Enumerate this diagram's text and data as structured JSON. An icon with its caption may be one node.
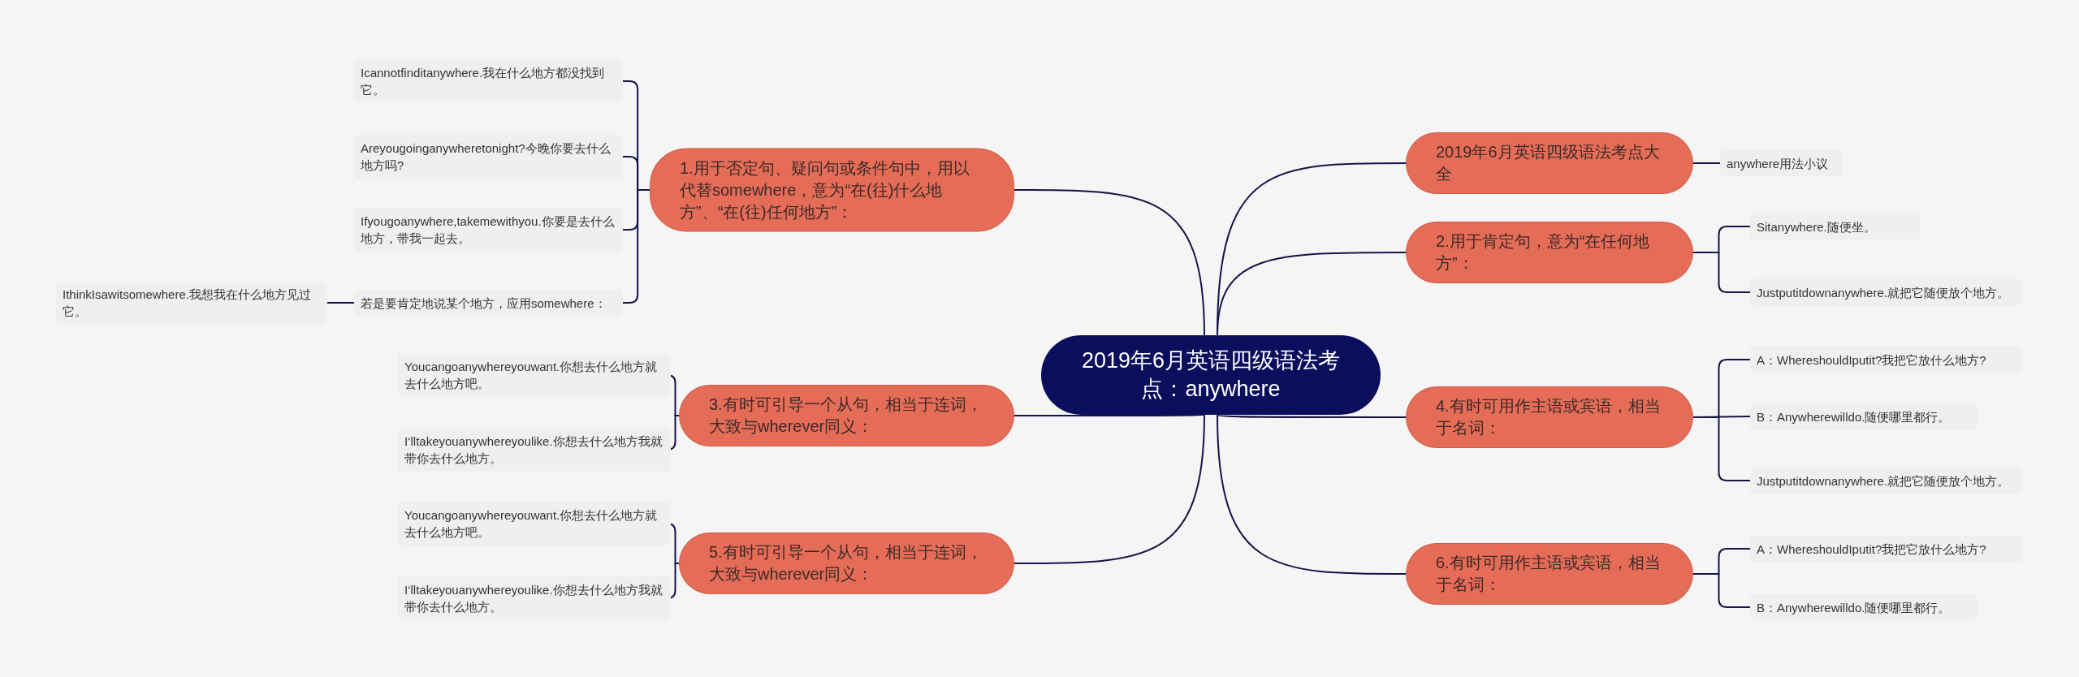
{
  "diagram": {
    "nodes": [
      {
        "text": [
          "2019年6月英语四级语法考点：anywhere"
        ]
      },
      {
        "text": [
          "2019年6月英语四级语法考点大全"
        ]
      },
      {
        "text": [
          "anywhere用法小议"
        ]
      },
      {
        "text": [
          "2.用于肯定句，意为“在任何地方”："
        ]
      },
      {
        "text": [
          "Sitanywhere.随便坐。"
        ]
      },
      {
        "text": [
          "Justputitdownanywhere.就把它随便放个地方。"
        ]
      },
      {
        "text": [
          "4.有时可用作主语或宾语，相当于名词："
        ]
      },
      {
        "text": [
          "A：WhereshouldIputit?我把它放什么地方?"
        ]
      },
      {
        "text": [
          "B：Anywherewilldo.随便哪里都行。"
        ]
      },
      {
        "text": [
          "Justputitdownanywhere.就把它随便放个地方。"
        ]
      },
      {
        "text": [
          "6.有时可用作主语或宾语，相当于名词："
        ]
      },
      {
        "text": [
          "A：WhereshouldIputit?我把它放什么地方?"
        ]
      },
      {
        "text": [
          "B：Anywherewilldo.随便哪里都行。"
        ]
      },
      {
        "text": [
          "1.用于否定句、疑问句或条件句中，用以代替somewhere，意为“在(往)什么地方”、“在(往)任何地方”："
        ]
      },
      {
        "text": [
          "Icannotfinditanywhere.我在什么地方都没找到它。"
        ]
      },
      {
        "text": [
          "Areyougoinganywheretonight?今晚你要去什么地方吗?"
        ]
      },
      {
        "text": [
          "Ifyougoanywhere,takemewithyou.你要是去什么地方，带我一起去。"
        ]
      },
      {
        "text": [
          "若是要肯定地说某个地方，应用somewhere："
        ]
      },
      {
        "text": [
          "IthinkIsawitsomewhere.我想我在什么地方见过它。"
        ]
      },
      {
        "text": [
          "3.有时可引导一个从句，相当于连词，大致与wherever同义："
        ]
      },
      {
        "text": [
          "Youcangoanywhereyouwant.你想去什么地方就去什么地方吧。"
        ]
      },
      {
        "text": [
          "I‘lltakeyouanywhereyoulike.你想去什么地方我就带你去什么地方。"
        ]
      },
      {
        "text": [
          "5.有时可引导一个从句，相当于连词，大致与wherever同义："
        ]
      },
      {
        "text": [
          "Youcangoanywhereyouwant.你想去什么地方就去什么地方吧。"
        ]
      },
      {
        "text": [
          "I‘lltakeyouanywhereyoulike.你想去什么地方我就带你去什么地方。"
        ]
      }
    ],
    "edges": [
      {
        "from": 0,
        "to": 1,
        "arrow": "none"
      },
      {
        "from": 1,
        "to": 2,
        "arrow": "none"
      },
      {
        "from": 0,
        "to": 3,
        "arrow": "none"
      },
      {
        "from": 3,
        "to": 4,
        "arrow": "none"
      },
      {
        "from": 3,
        "to": 5,
        "arrow": "none"
      },
      {
        "from": 0,
        "to": 6,
        "arrow": "none"
      },
      {
        "from": 6,
        "to": 7,
        "arrow": "none"
      },
      {
        "from": 6,
        "to": 8,
        "arrow": "none"
      },
      {
        "from": 6,
        "to": 9,
        "arrow": "none"
      },
      {
        "from": 0,
        "to": 10,
        "arrow": "none"
      },
      {
        "from": 10,
        "to": 11,
        "arrow": "none"
      },
      {
        "from": 10,
        "to": 12,
        "arrow": "none"
      },
      {
        "from": 0,
        "to": 13,
        "arrow": "none"
      },
      {
        "from": 13,
        "to": 14,
        "arrow": "none"
      },
      {
        "from": 13,
        "to": 15,
        "arrow": "none"
      },
      {
        "from": 13,
        "to": 16,
        "arrow": "none"
      },
      {
        "from": 13,
        "to": 17,
        "arrow": "none"
      },
      {
        "from": 17,
        "to": 18,
        "arrow": "none"
      },
      {
        "from": 0,
        "to": 19,
        "arrow": "none"
      },
      {
        "from": 19,
        "to": 20,
        "arrow": "none"
      },
      {
        "from": 19,
        "to": 21,
        "arrow": "none"
      },
      {
        "from": 0,
        "to": 22,
        "arrow": "none"
      },
      {
        "from": 22,
        "to": 23,
        "arrow": "none"
      },
      {
        "from": 22,
        "to": 24,
        "arrow": "none"
      }
    ]
  }
}
